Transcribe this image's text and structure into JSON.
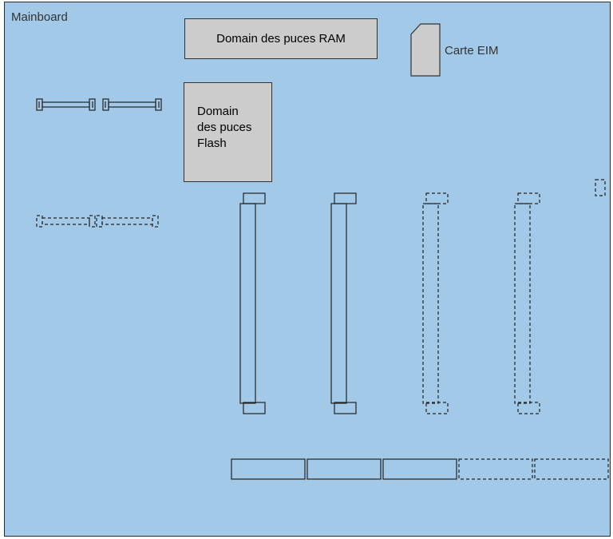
{
  "board": {
    "title": "Mainboard",
    "fill_color": "#a3c9e9",
    "ram_zone": {
      "label": "Domain des puces RAM"
    },
    "flash_zone": {
      "label": "Domain\ndes puces\nFlash"
    },
    "eim_card": {
      "label": "Carte EIM"
    }
  }
}
